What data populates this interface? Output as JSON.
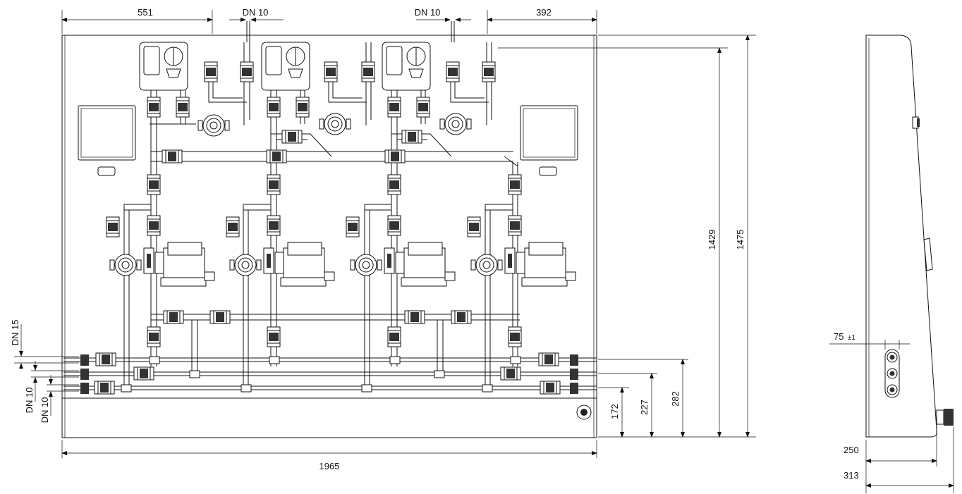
{
  "front_view": {
    "overall_width": "1965",
    "left_offset": "551",
    "right_offset": "392",
    "top_connection_left": "DN 10",
    "top_connection_right": "DN 10",
    "height_inner": "1429",
    "height_overall": "1475",
    "pipe_height_low": "172",
    "pipe_height_mid": "227",
    "pipe_height_high": "282",
    "inlet_top": "DN 15",
    "inlet_mid": "DN 10",
    "inlet_low": "DN 10"
  },
  "side_view": {
    "port_spacing": "75",
    "port_tolerance": "±1",
    "depth_inner": "250",
    "depth_overall": "313"
  },
  "colors": {
    "line": "#111111",
    "background": "#ffffff"
  }
}
